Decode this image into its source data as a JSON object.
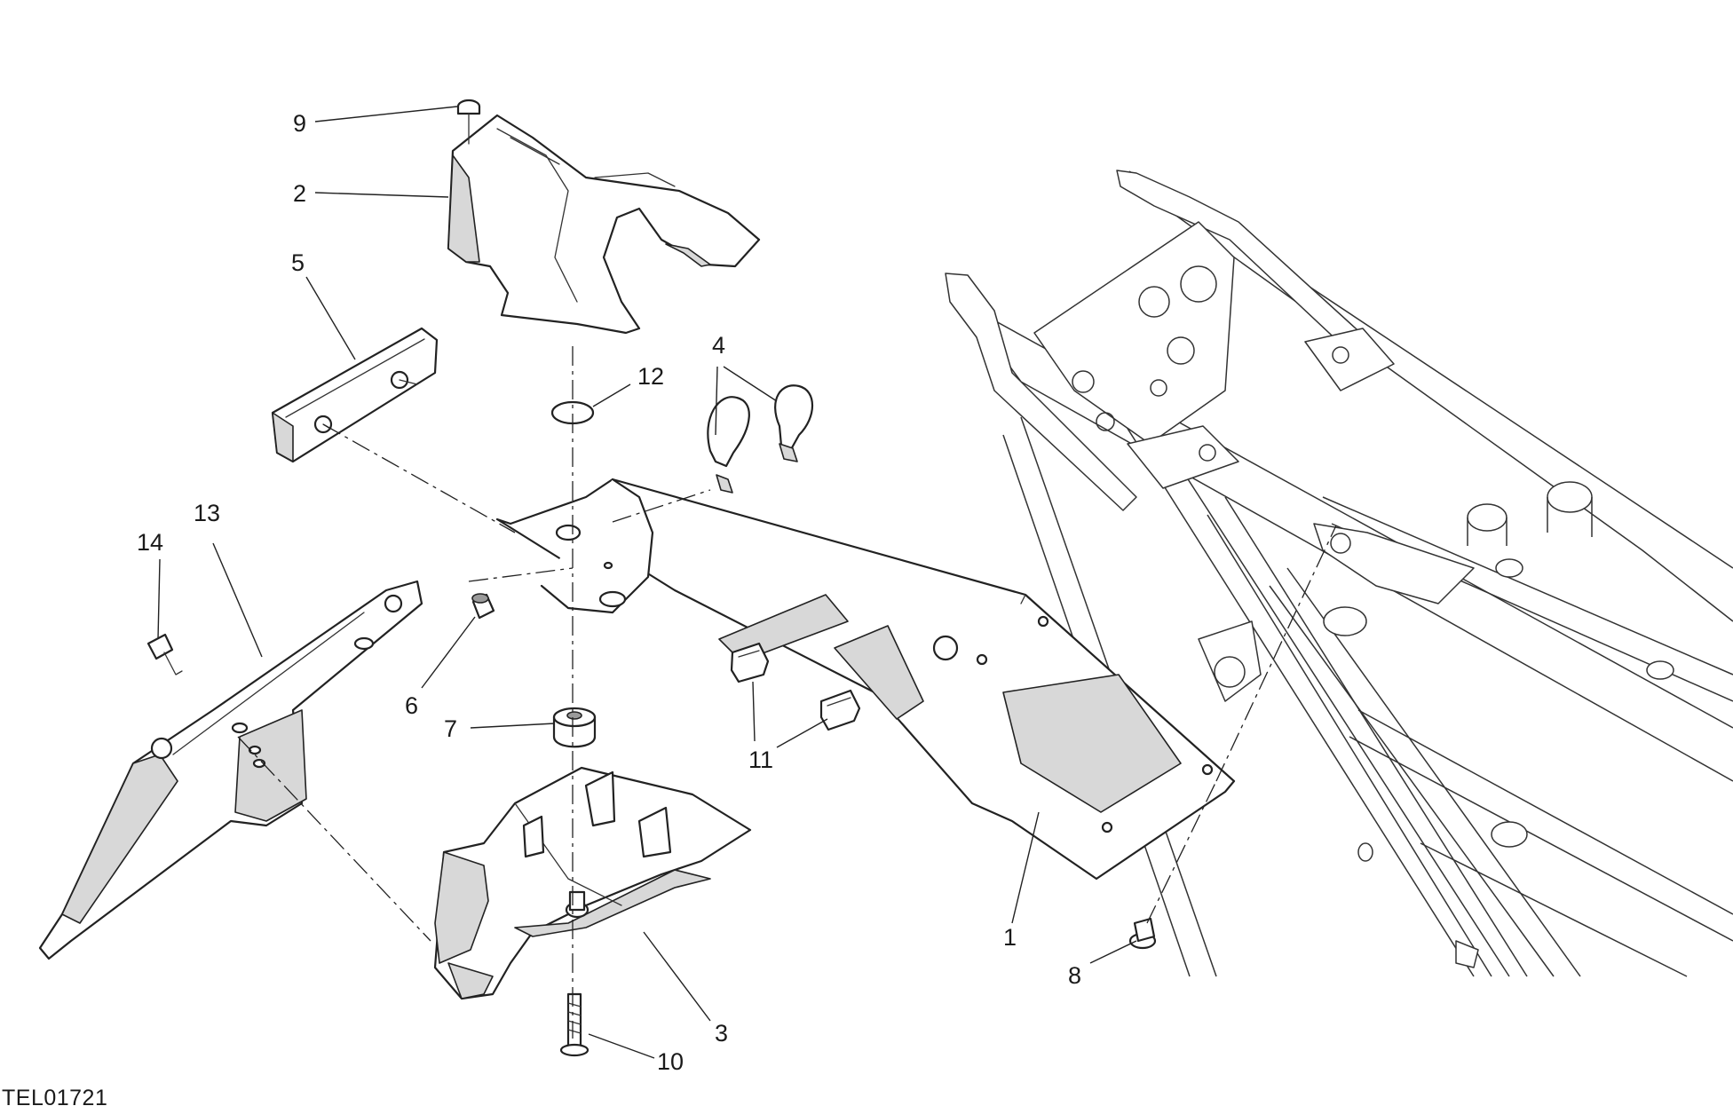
{
  "diagram": {
    "reference_code": "TEL01721",
    "callouts": [
      {
        "id": "1",
        "label": "1"
      },
      {
        "id": "2",
        "label": "2"
      },
      {
        "id": "3",
        "label": "3"
      },
      {
        "id": "4",
        "label": "4"
      },
      {
        "id": "5",
        "label": "5"
      },
      {
        "id": "6",
        "label": "6"
      },
      {
        "id": "7",
        "label": "7"
      },
      {
        "id": "8",
        "label": "8"
      },
      {
        "id": "9",
        "label": "9"
      },
      {
        "id": "10",
        "label": "10"
      },
      {
        "id": "11",
        "label": "11"
      },
      {
        "id": "12",
        "label": "12"
      },
      {
        "id": "13",
        "label": "13"
      },
      {
        "id": "14",
        "label": "14"
      }
    ]
  }
}
